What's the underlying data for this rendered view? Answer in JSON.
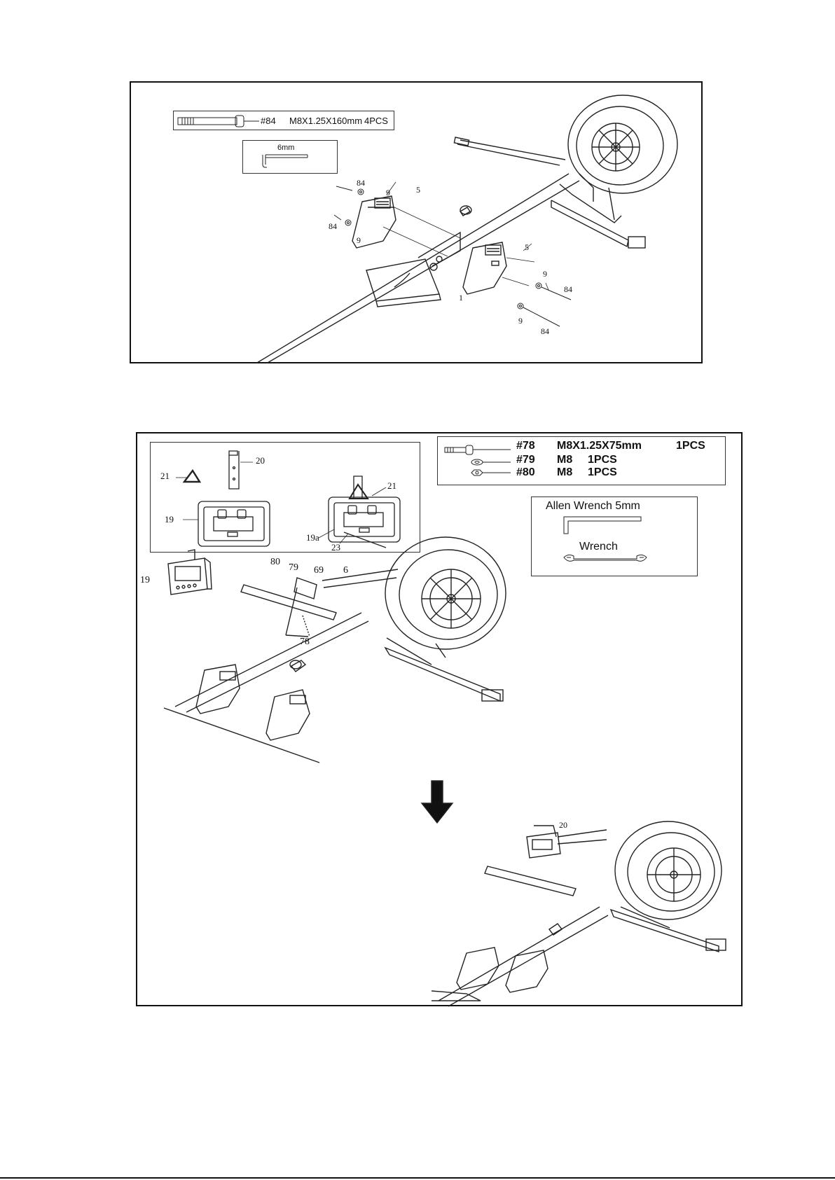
{
  "step1": {
    "hardware": {
      "code": "#84",
      "spec": "M8X1.25X160mm",
      "qty": "4PCS"
    },
    "tool": {
      "label": "6mm",
      "icon": "allen-key-icon"
    },
    "callouts": {
      "p84": "84",
      "p9": "9",
      "p5": "5",
      "p1": "1"
    }
  },
  "step2": {
    "hardware": [
      {
        "code": "#78",
        "spec": "M8X1.25X75mm",
        "qty": "1PCS",
        "icon": "bolt-icon"
      },
      {
        "code": "#79",
        "spec": "M8",
        "qty": "1PCS",
        "icon": "washer-icon"
      },
      {
        "code": "#80",
        "spec": "M8",
        "qty": "1PCS",
        "icon": "nut-icon"
      }
    ],
    "tools": {
      "allen": "Allen Wrench 5mm",
      "wrench": "Wrench"
    },
    "detail_callouts": {
      "p20": "20",
      "p21": "21",
      "p19": "19",
      "p19a": "19a",
      "p23": "23"
    },
    "main_callouts": {
      "p19": "19",
      "p80": "80",
      "p79": "79",
      "p69": "69",
      "p6": "6",
      "p78": "78"
    },
    "result_callouts": {
      "p20": "20"
    }
  }
}
